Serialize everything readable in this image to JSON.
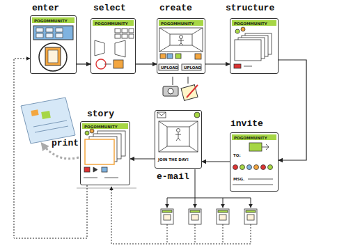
{
  "diagram": {
    "nodes": [
      {
        "text": [
          "enter",
          "POGOMMUNITY"
        ]
      },
      {
        "text": [
          "select",
          "POGOMMUNITY"
        ]
      },
      {
        "text": [
          "create",
          "POGOMMUNITY",
          "UPLOAD",
          "UPLOAD"
        ]
      },
      {
        "text": [
          "structure",
          "POGOMMUNITY"
        ]
      },
      {
        "text": [
          "invite",
          "POGOMMUNITY",
          "TO:",
          "MSG."
        ]
      },
      {
        "text": [
          "e-mail",
          "JOIN THE DAY!"
        ]
      },
      {
        "text": [
          "story",
          "POGOMMUNITY"
        ]
      }
    ],
    "edges": [
      {
        "from": 0,
        "to": 1,
        "arrow": "to"
      },
      {
        "from": 1,
        "to": 2,
        "arrow": "to"
      },
      {
        "from": 2,
        "to": 3,
        "arrow": "to"
      },
      {
        "from": 3,
        "to": 4,
        "arrow": "to"
      },
      {
        "from": 4,
        "to": 5,
        "arrow": "to"
      },
      {
        "from": 5,
        "to": 6,
        "arrow": "to"
      },
      {
        "from": 6,
        "to": 0,
        "arrow": "to"
      }
    ],
    "labels": [
      "print"
    ]
  }
}
